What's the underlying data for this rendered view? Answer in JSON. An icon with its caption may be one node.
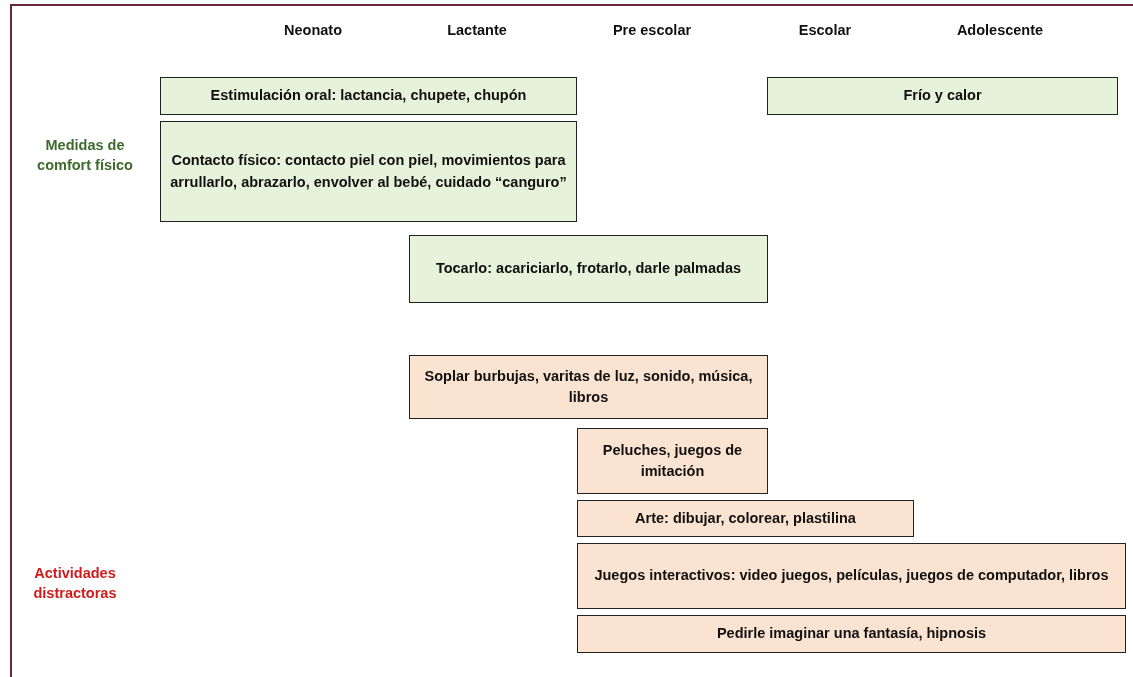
{
  "diagram": {
    "nodes": [
      {
        "text": [
          "Estimulación oral: lactancia, chupete, chupón"
        ]
      },
      {
        "text": [
          "Frío y calor"
        ]
      },
      {
        "text": [
          "Contacto físico: contacto piel con piel, movimientos para arrullarlo, abrazarlo, envolver al bebé, cuidado “canguro”"
        ]
      },
      {
        "text": [
          "Tocarlo: acariciarlo, frotarlo, darle palmadas"
        ]
      },
      {
        "text": [
          "Soplar burbujas, varitas de luz, sonido, música, libros"
        ]
      },
      {
        "text": [
          "Peluches, juegos de imitación"
        ]
      },
      {
        "text": [
          "Arte: dibujar, colorear, plastilina"
        ]
      },
      {
        "text": [
          "Juegos interactivos: video juegos, películas, juegos de computador, libros"
        ]
      },
      {
        "text": [
          "Pedirle imaginar una fantasía, hipnosis"
        ]
      }
    ],
    "edges": [],
    "labels": [
      "Neonato",
      "Lactante",
      "Pre escolar",
      "Escolar",
      "Adolescente",
      "Medidas de comfort físico",
      "Actividades distractoras"
    ]
  }
}
